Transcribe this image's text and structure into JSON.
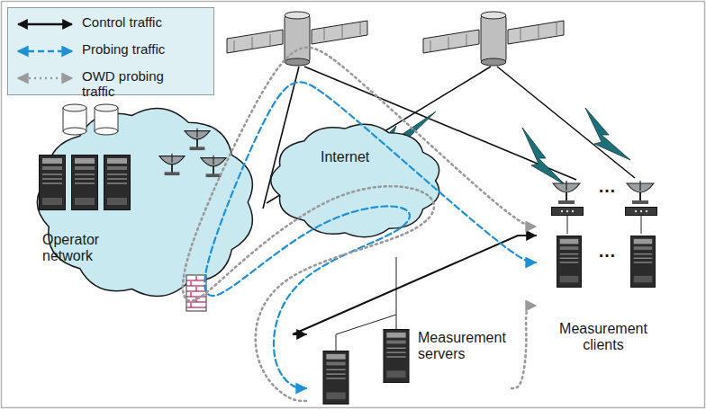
{
  "diagram": {
    "nodes": [
      {
        "text": [
          "Operator network"
        ]
      },
      {
        "text": [
          "Internet"
        ]
      },
      {
        "text": [
          "Measurement servers"
        ]
      },
      {
        "text": [
          "Measurement clients"
        ]
      }
    ],
    "edges": [
      {
        "from": 2,
        "to": 3,
        "arrow": "both"
      },
      {
        "from": 2,
        "to": 3,
        "arrow": "both"
      },
      {
        "from": 2,
        "to": 3,
        "arrow": "to"
      },
      {
        "from": 2,
        "to": 3,
        "arrow": "to"
      }
    ],
    "labels": [
      "…",
      "…"
    ],
    "legend": [
      {
        "text": "Control traffic"
      },
      {
        "text": "Probing traffic"
      },
      {
        "text": "OWD probing traffic"
      }
    ]
  }
}
